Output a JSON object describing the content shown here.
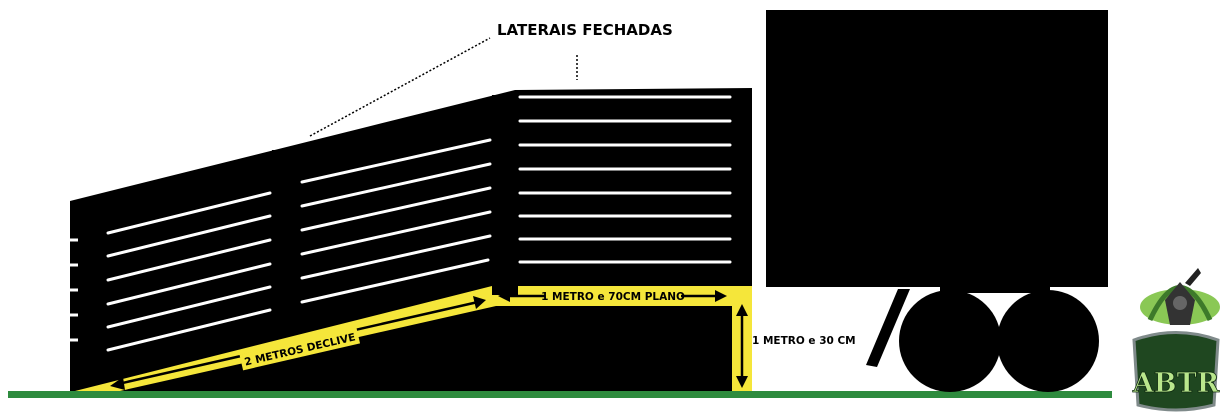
{
  "diagram": {
    "title": "LATERAIS FECHADAS",
    "measurements": {
      "slope": "2 METROS DECLIVE",
      "flat": "1 METRO e 70CM PLANO",
      "height": "1 METRO e 30 CM"
    },
    "logo_text": "ABTR",
    "colors": {
      "ground": "#2e8b3e",
      "ramp_body": "#000000",
      "highlight": "#f5e63a",
      "slats": "#ffffff"
    }
  }
}
